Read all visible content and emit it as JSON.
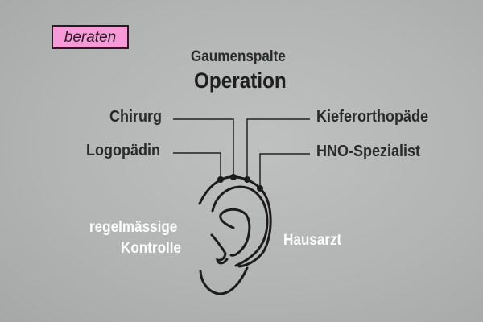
{
  "badge": "beraten",
  "title_small": "Gaumenspalte",
  "title_large": "Operation",
  "labels": {
    "chirurg": "Chirurg",
    "logopaedin": "Logopädin",
    "kieferorthopaede": "Kieferorthopäde",
    "hno": "HNO-Spezialist",
    "kontrolle_1": "regelmässige",
    "kontrolle_2": "Kontrolle",
    "hausarzt": "Hausarzt"
  },
  "colors": {
    "badge": "#f79ad8",
    "background": "#b1b3b3",
    "lines": "#222222"
  }
}
